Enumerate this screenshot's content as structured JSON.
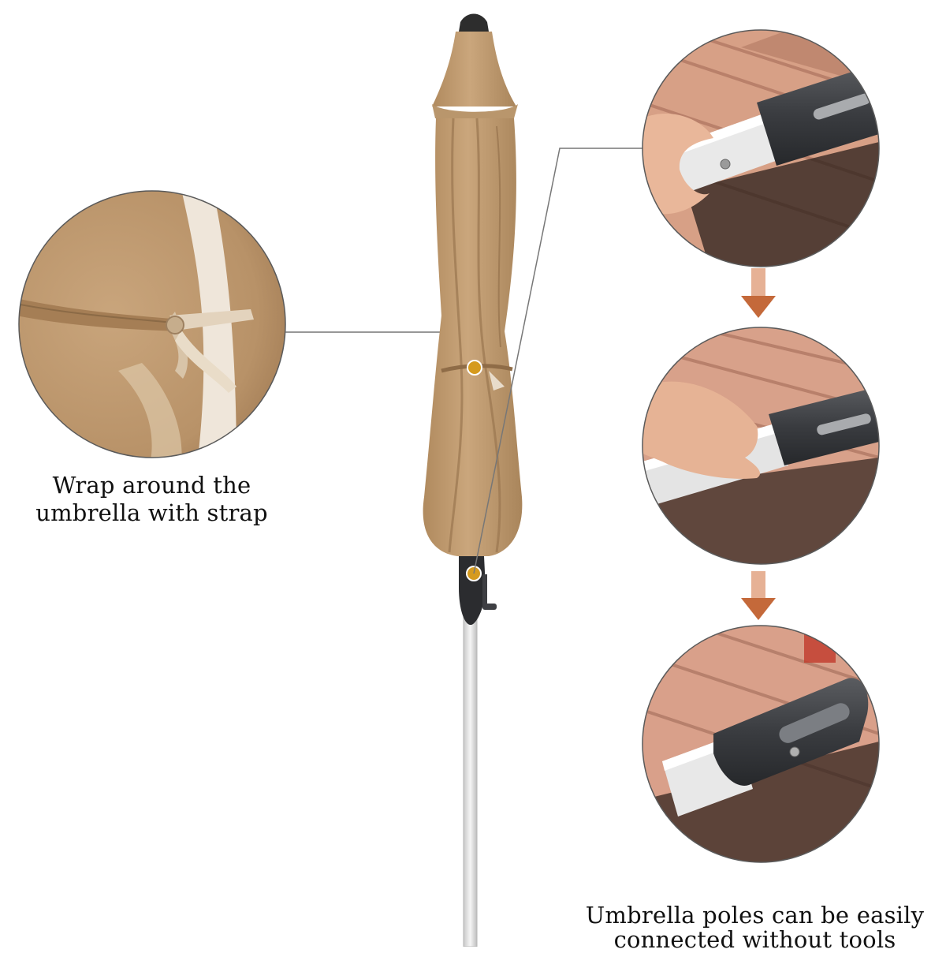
{
  "captions": {
    "strap_line1": "Wrap around the",
    "strap_line2": "umbrella with strap",
    "poles_line1": "Umbrella poles can be easily",
    "poles_line2": "connected without tools"
  },
  "icons": {
    "arrow": "down-arrow-icon",
    "callout_dot": "callout-dot-icon"
  },
  "colors": {
    "background": "#ffffff",
    "canopy": "#c7a47a",
    "canopy_dark": "#a8835a",
    "arrow": "#c4693a",
    "dot": "#d59a1e",
    "pole": "#e6e6e6",
    "connector": "#3b3d40",
    "deck": "#d39a80"
  }
}
